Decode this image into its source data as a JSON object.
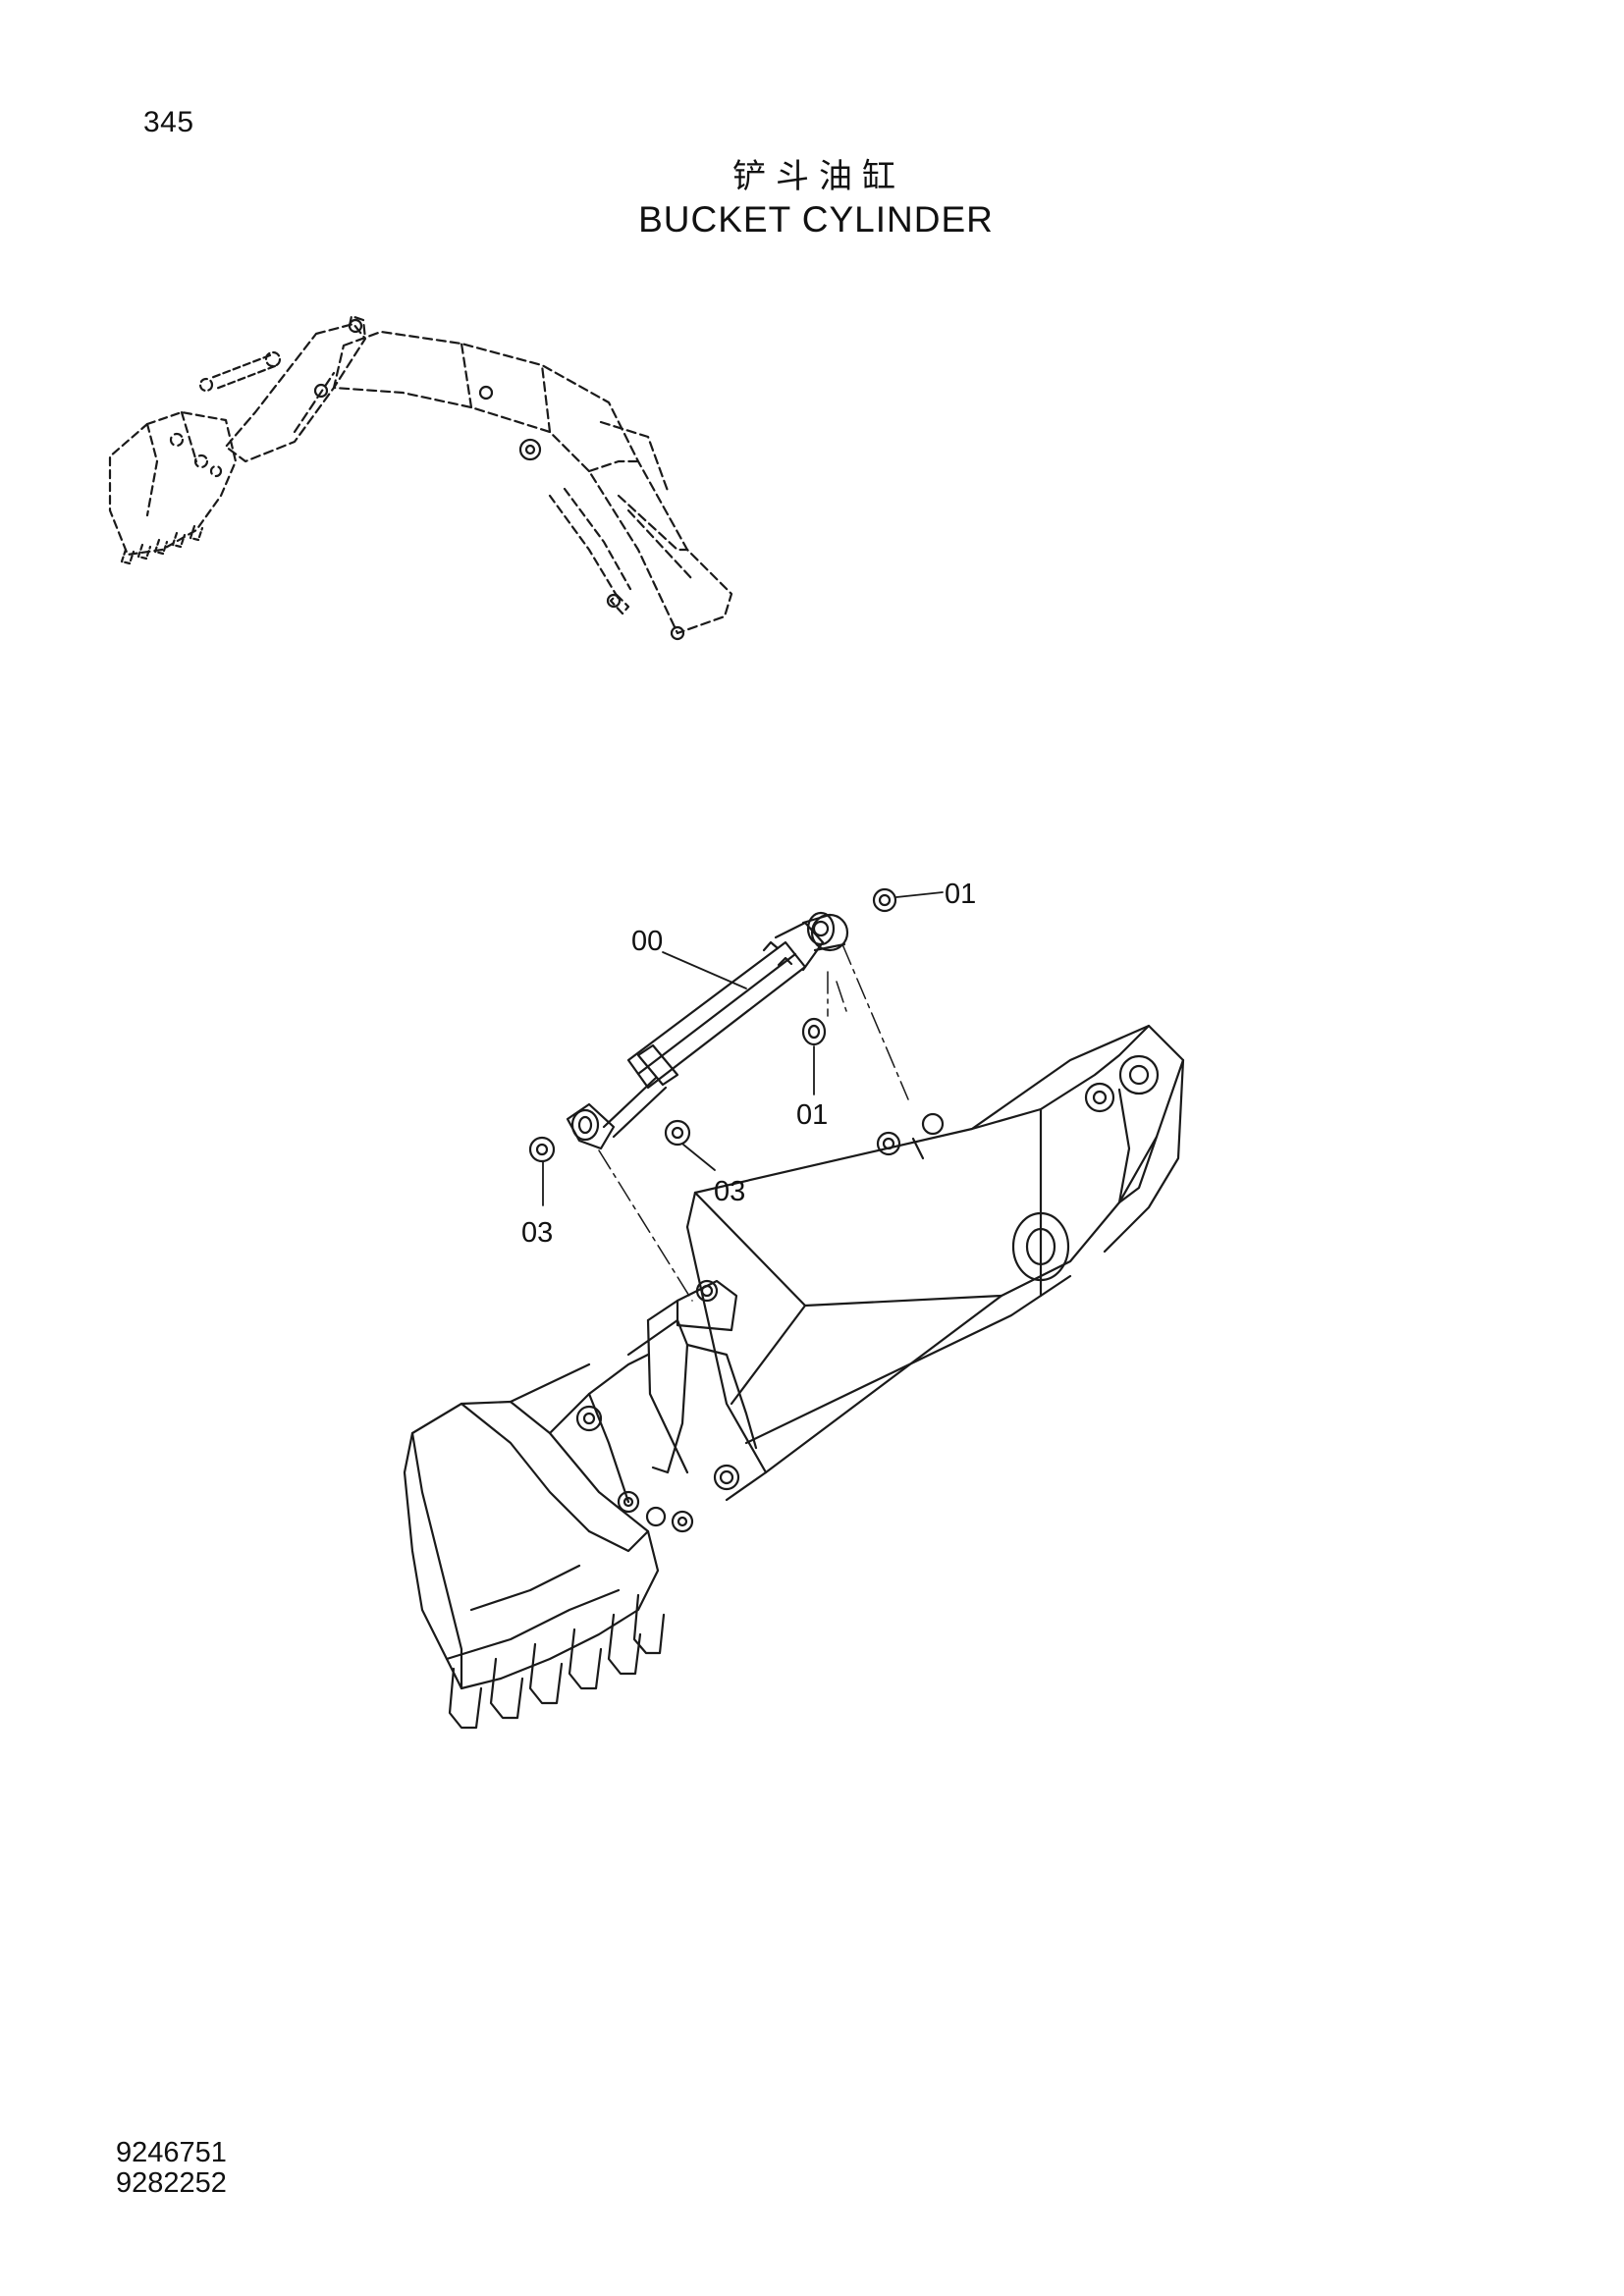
{
  "page": {
    "number": "345",
    "title_cn": "铲斗油缸",
    "title_en": "BUCKET CYLINDER"
  },
  "callouts": [
    {
      "id": "c-00",
      "label": "00"
    },
    {
      "id": "c-01-top",
      "label": "01"
    },
    {
      "id": "c-01-mid",
      "label": "01"
    },
    {
      "id": "c-03-right",
      "label": "03"
    },
    {
      "id": "c-03-left",
      "label": "03"
    }
  ],
  "part_numbers": [
    "9246751",
    "9282252"
  ]
}
